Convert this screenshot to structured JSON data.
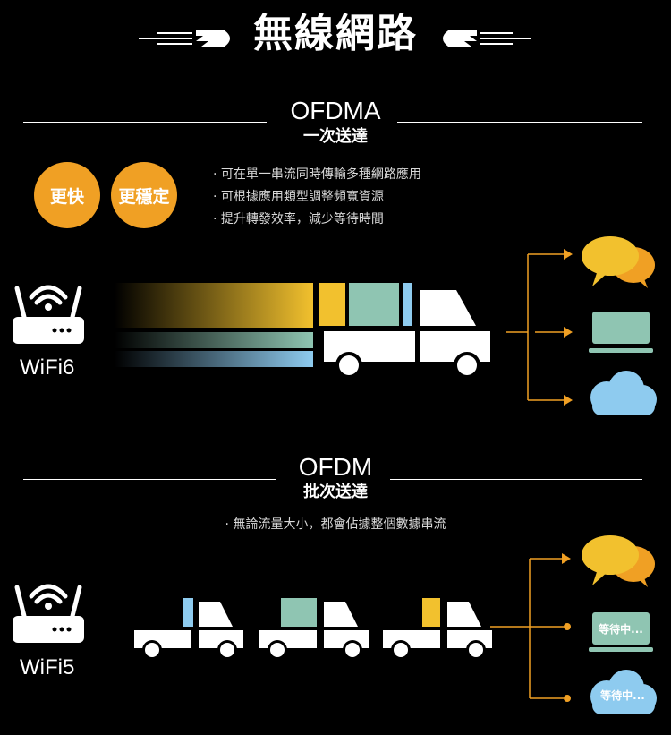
{
  "title": "無線網路",
  "ofdma": {
    "title": "OFDMA",
    "subtitle": "一次送達",
    "badges": [
      "更快",
      "更穩定"
    ],
    "bullets": [
      "· 可在單一串流同時傳輸多種網路應用",
      "· 可根據應用類型調整頻寬資源",
      "· 提升轉發效率，減少等待時間"
    ],
    "device_label": "WiFi6"
  },
  "ofdm": {
    "title": "OFDM",
    "subtitle": "批次送達",
    "bullets": [
      "· 無論流量大小，都會佔據整個數據串流"
    ],
    "device_label": "WiFi5",
    "waiting_labels": [
      "等待中...",
      "等待中..."
    ]
  },
  "colors": {
    "yellow": "#f2c12e",
    "orange": "#f0a024",
    "green": "#8fc5b2",
    "blue": "#8ecbef",
    "white": "#ffffff",
    "arrow": "#f0a024"
  }
}
